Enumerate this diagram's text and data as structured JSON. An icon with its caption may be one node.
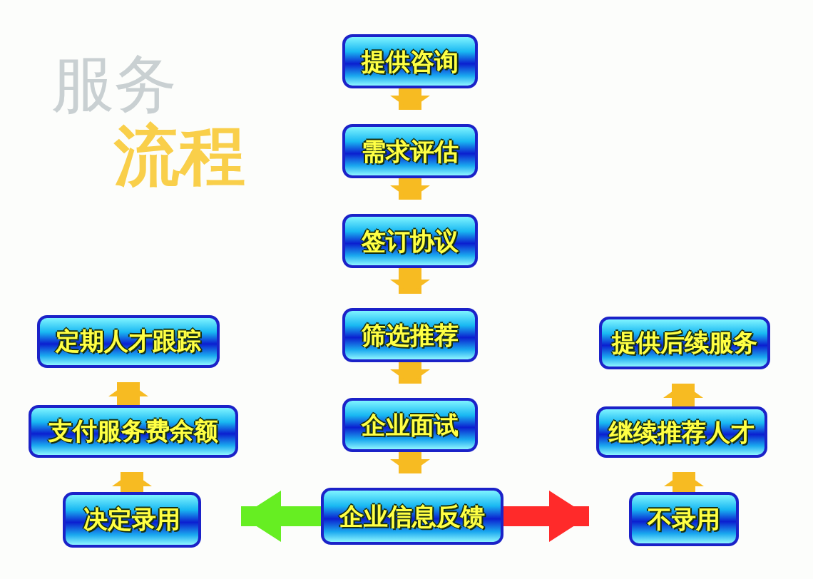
{
  "diagram": {
    "nodes": [
      {
        "text": [
          "提供咨询"
        ]
      },
      {
        "text": [
          "需求评估"
        ]
      },
      {
        "text": [
          "签订协议"
        ]
      },
      {
        "text": [
          "筛选推荐"
        ]
      },
      {
        "text": [
          "企业面试"
        ]
      },
      {
        "text": [
          "企业信息反馈"
        ]
      },
      {
        "text": [
          "决定录用"
        ]
      },
      {
        "text": [
          "支付服务费余额"
        ]
      },
      {
        "text": [
          "定期人才跟踪"
        ]
      },
      {
        "text": [
          "不录用"
        ]
      },
      {
        "text": [
          "继续推荐人才"
        ]
      },
      {
        "text": [
          "提供后续服务"
        ]
      }
    ],
    "edges": [
      {
        "from": 0,
        "to": 1,
        "arrow": "to"
      },
      {
        "from": 1,
        "to": 2,
        "arrow": "to"
      },
      {
        "from": 2,
        "to": 3,
        "arrow": "to"
      },
      {
        "from": 3,
        "to": 4,
        "arrow": "to"
      },
      {
        "from": 4,
        "to": 5,
        "arrow": "to"
      },
      {
        "from": 5,
        "to": 6,
        "arrow": "to",
        "color": "#66ee22"
      },
      {
        "from": 5,
        "to": 9,
        "arrow": "to",
        "color": "#ff2a2a"
      },
      {
        "from": 6,
        "to": 7,
        "arrow": "to"
      },
      {
        "from": 7,
        "to": 8,
        "arrow": "to"
      },
      {
        "from": 9,
        "to": 10,
        "arrow": "to"
      },
      {
        "from": 10,
        "to": 11,
        "arrow": "to"
      }
    ],
    "labels": [
      "服务",
      "流程"
    ]
  }
}
